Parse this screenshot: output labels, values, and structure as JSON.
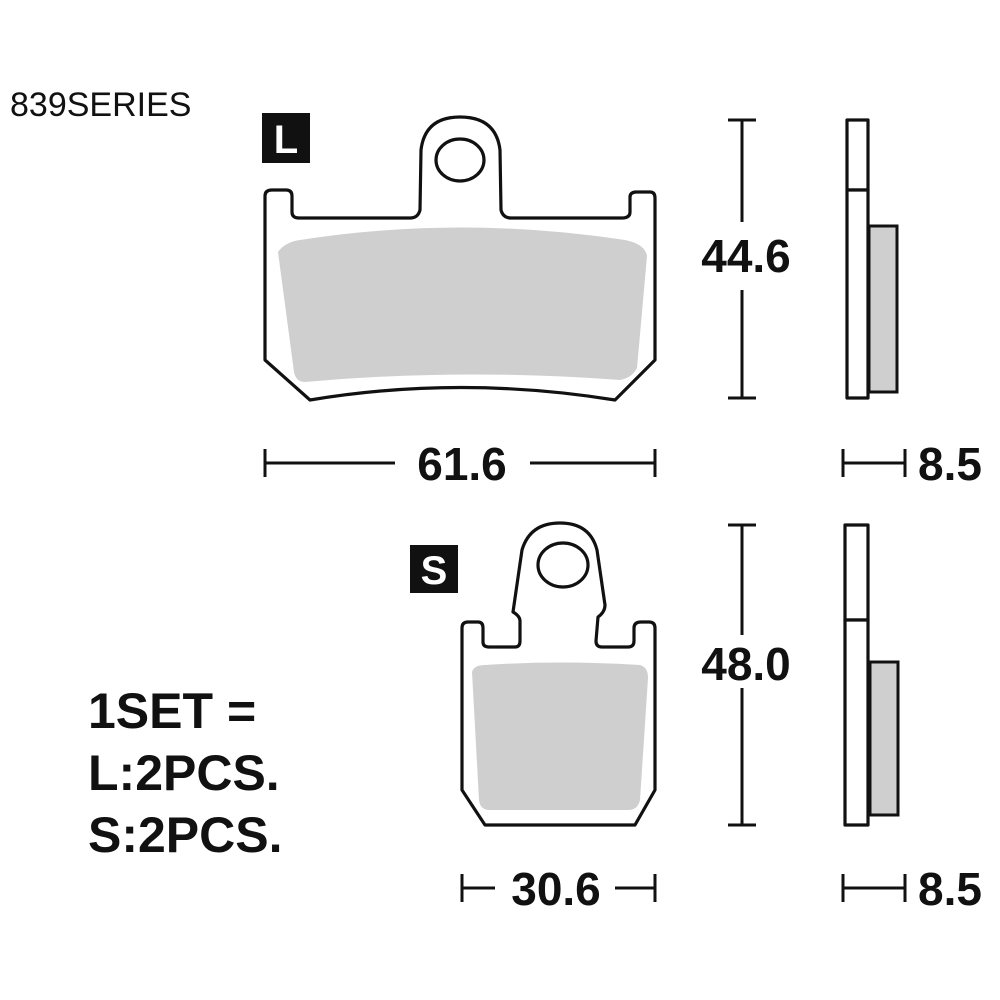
{
  "series_title": "839SERIES",
  "pads": {
    "large": {
      "label": "L",
      "height": "44.6",
      "width": "61.6",
      "thickness": "8.5"
    },
    "small": {
      "label": "S",
      "height": "48.0",
      "width": "30.6",
      "thickness": "8.5"
    }
  },
  "set_info": [
    "1SET =",
    "L:2PCS.",
    "S:2PCS."
  ],
  "colors": {
    "line": "#111111",
    "friction": "#cfcfcf"
  }
}
